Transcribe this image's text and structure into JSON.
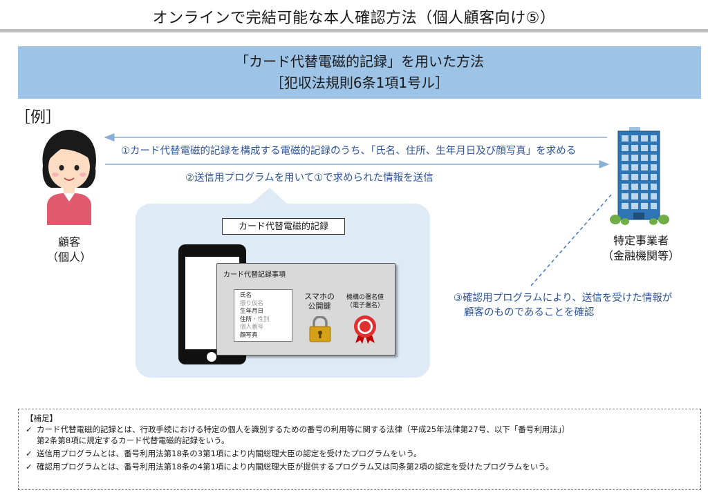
{
  "page_title": "オンラインで完結可能な本人確認方法（個人顧客向け⑤）",
  "banner": {
    "line1": "「カード代替電磁的記録」を用いた方法",
    "line2": "［犯収法規則6条1項1号ル］"
  },
  "example_label": "［例］",
  "customer": {
    "line1": "顧客",
    "line2": "（個人）"
  },
  "operator": {
    "line1": "特定事業者",
    "line2": "（金融機関等）"
  },
  "arrows": {
    "step1": "①カード代替電磁的記録を構成する電磁的記録のうち、「氏名、住所、生年月日及び顔写真」を求める",
    "step2": "②送信用プログラムを用いて①で求められた情報を送信",
    "step3_line1": "③確認用プログラムにより、送信を受けた情報が",
    "step3_line2": "顧客のものであることを確認"
  },
  "record": {
    "tag": "カード代替電磁的記録",
    "card_title": "カード代替記録事項",
    "items": [
      {
        "text": "氏名",
        "muted": false
      },
      {
        "text": "振り仮名",
        "muted": true
      },
      {
        "text": "生年月日",
        "muted": false
      },
      {
        "text": "住所",
        "muted": false
      },
      {
        "text": "性別",
        "muted": true
      },
      {
        "text": "個人番号",
        "muted": true
      },
      {
        "text": "顔写真",
        "muted": false
      }
    ],
    "pubkey_line1": "スマホの",
    "pubkey_line2": "公開鍵",
    "signature_line1": "機構の署名値",
    "signature_line2": "（電子署名）"
  },
  "supplement": {
    "heading": "【補足】",
    "check_glyph": "✓",
    "notes": [
      {
        "line1": "カード代替電磁的記録とは、行政手続における特定の個人を識別するための番号の利用等に関する法律（平成25年法律第27号、以下「番号利用法」）",
        "line2": "第2条第8項に規定するカード代替電磁的記録をいう。"
      },
      {
        "line1": "送信用プログラムとは、番号利用法第18条の3第1項により内閣総理大臣の認定を受けたプログラムをいう。",
        "line2": ""
      },
      {
        "line1": "確認用プログラムとは、番号利用法第18条の4第1項により内閣総理大臣が提供するプログラム又は同条第2項の認定を受けたプログラムをいう。",
        "line2": ""
      }
    ]
  },
  "colors": {
    "banner": "#9dc3e6",
    "bubble": "#deebf7",
    "arrow_text": "#2f5597",
    "building": "#2e75b6"
  },
  "icons": [
    "person-icon",
    "office-building-icon",
    "smartphone-icon",
    "padlock-icon",
    "seal-ribbon-icon"
  ]
}
